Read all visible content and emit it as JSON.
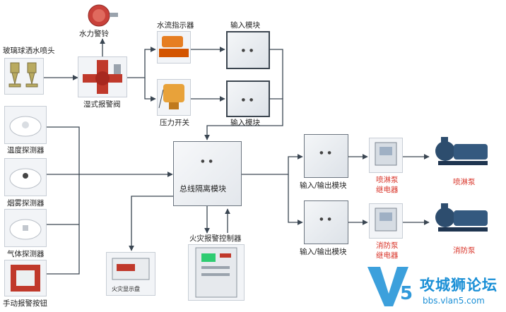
{
  "labels": {
    "bell": "水力警铃",
    "sprinkler": "玻璃球洒水喷头",
    "alarm_valve": "湿式报警阀",
    "flow_indicator": "水流指示器",
    "input_module_1": "输入模块",
    "pressure_switch": "压力开关",
    "input_module_2": "输入模块",
    "temp_detector": "温度探测器",
    "smoke_detector": "烟雾探测器",
    "gas_detector": "气体探测器",
    "manual_button": "手动报警按钮",
    "isolation_module": "总线隔离模块",
    "fire_controller": "火灾报警控制器",
    "display_panel": "火灾显示盘",
    "io_module_1": "输入/输出模块",
    "io_module_2": "输入/输出模块",
    "spray_relay_line1": "喷淋泵",
    "spray_relay_line2": "继电器",
    "fire_relay_line1": "消防泵",
    "fire_relay_line2": "继电器",
    "spray_pump": "喷淋泵",
    "fire_pump": "消防泵"
  },
  "watermark": {
    "name": "攻城狮论坛",
    "url": "bbs.vlan5.com"
  },
  "colors": {
    "line": "#3a4652",
    "red_label": "#d9362b",
    "watermark_blue": "#1a8fd6"
  }
}
